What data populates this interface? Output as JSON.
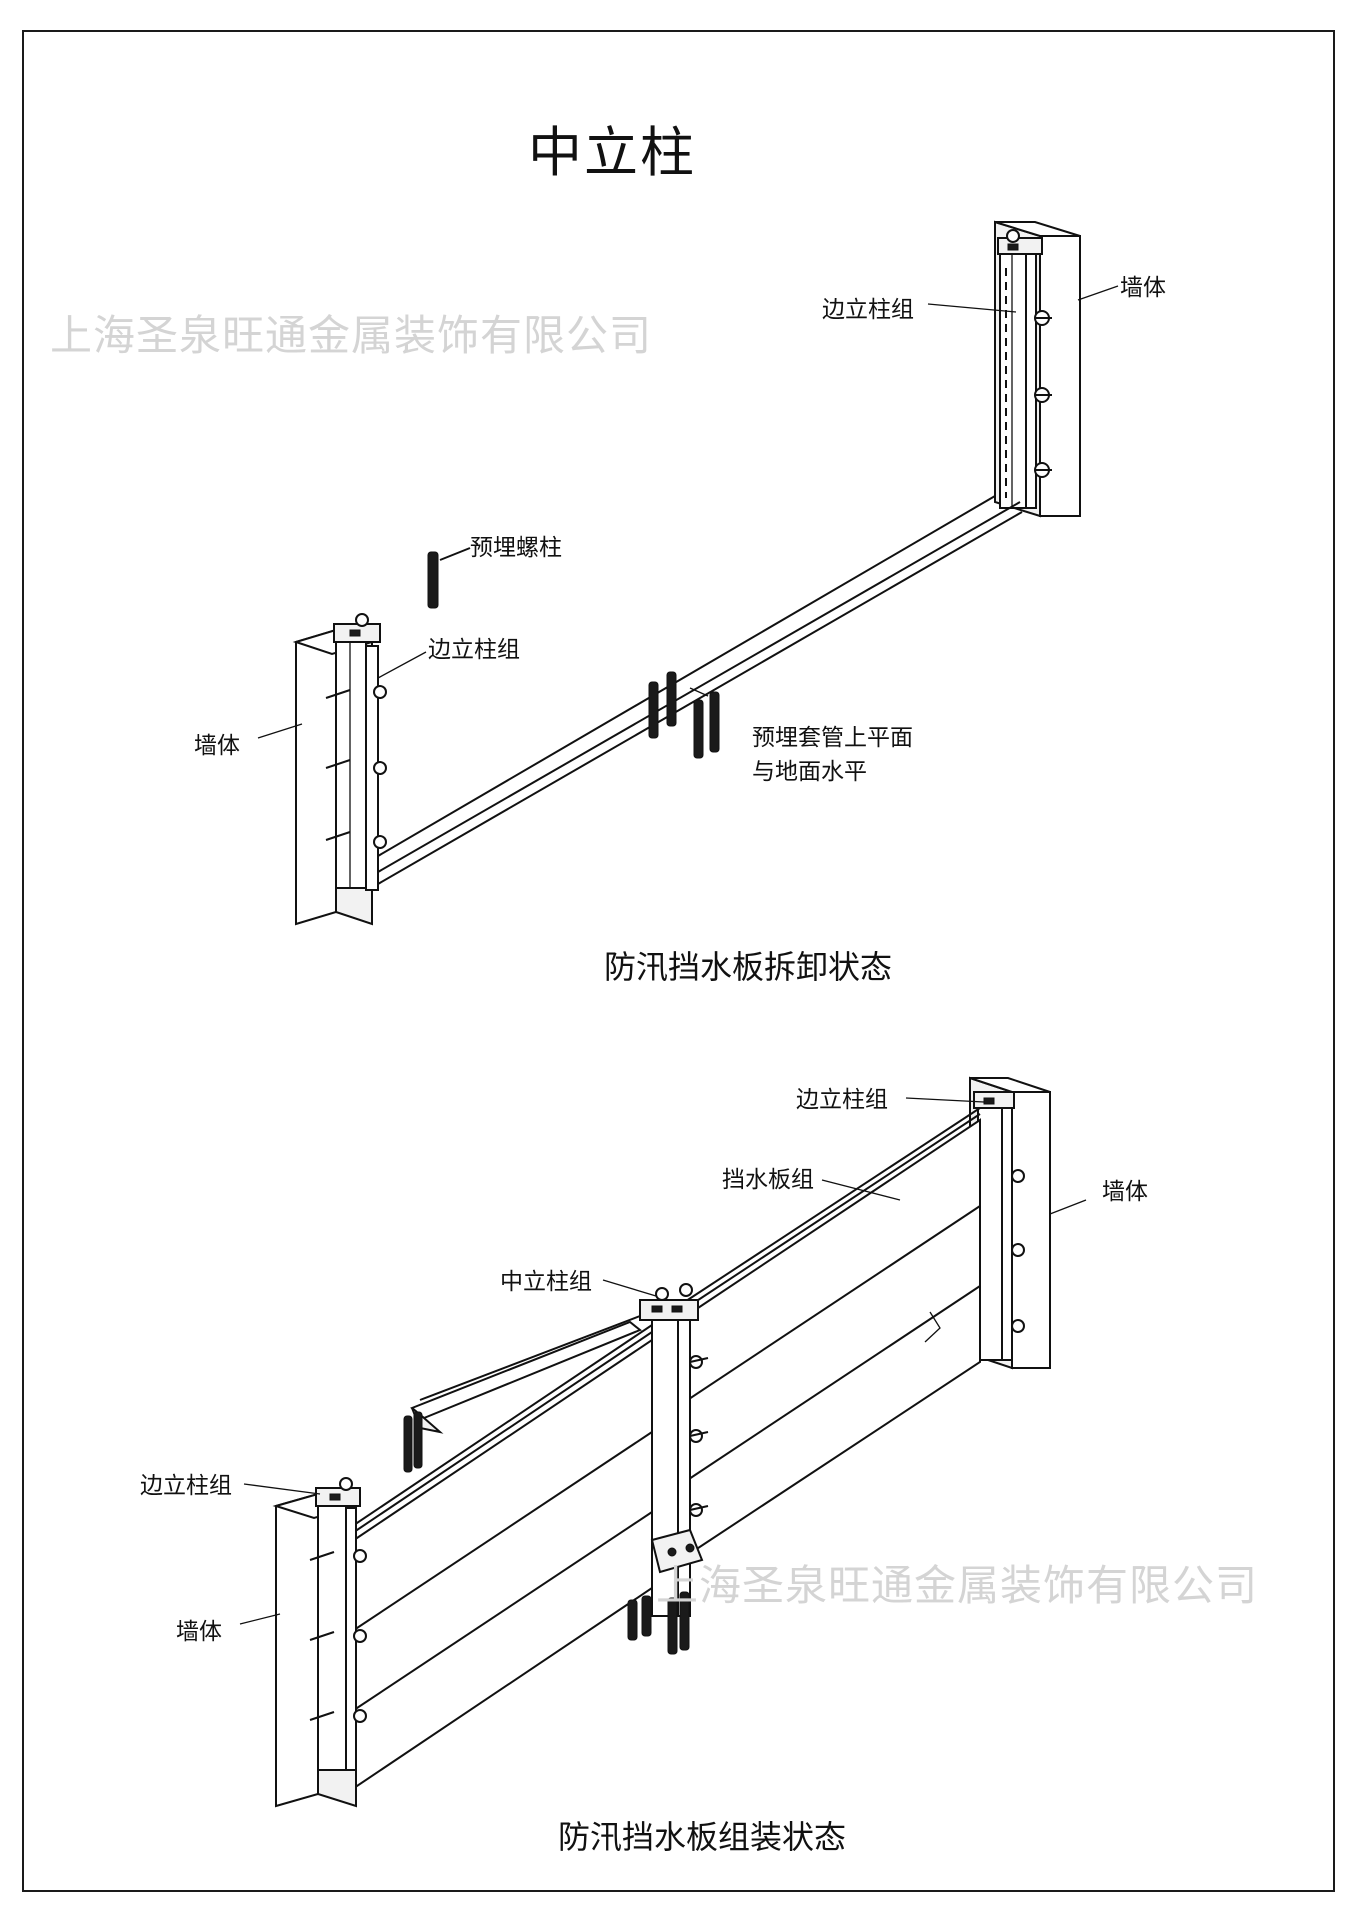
{
  "title": "中立柱",
  "watermark": "上海圣泉旺通金属装饰有限公司",
  "diagram_top": {
    "caption": "防汛挡水板拆卸状态",
    "labels": {
      "side_post_right": "边立柱组",
      "wall_right": "墙体",
      "embedded_bolt": "预埋螺柱",
      "side_post_left": "边立柱组",
      "wall_left": "墙体",
      "sleeve_note_line1": "预埋套管上平面",
      "sleeve_note_line2": "与地面水平"
    }
  },
  "diagram_bottom": {
    "caption": "防汛挡水板组装状态",
    "labels": {
      "side_post_right": "边立柱组",
      "panel_group": "挡水板组",
      "wall_right": "墙体",
      "middle_post": "中立柱组",
      "side_post_left": "边立柱组",
      "wall_left": "墙体"
    }
  }
}
